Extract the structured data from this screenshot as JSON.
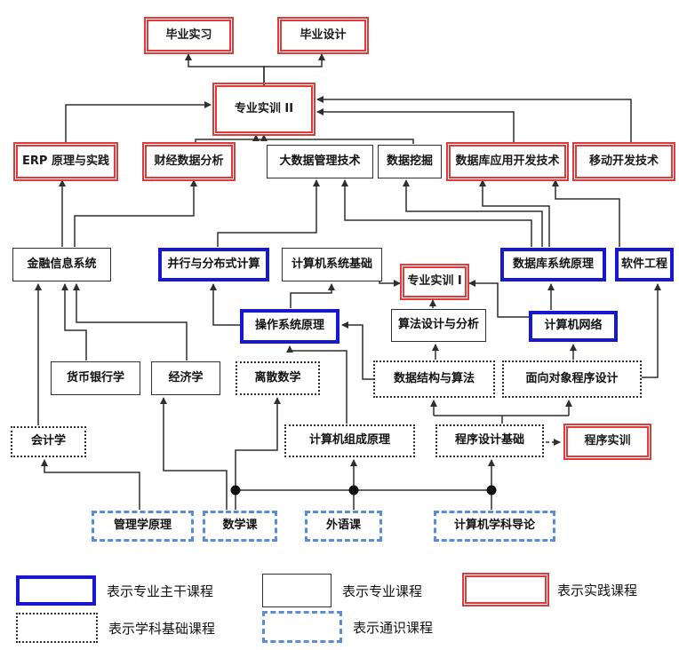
{
  "nodes": {
    "graduation_internship": "毕业实习",
    "graduation_design": "毕业设计",
    "pro_training_2": "专业实训 II",
    "erp": "ERP 原理与实践",
    "finance_data_analysis": "财经数据分析",
    "big_data_mgmt": "大数据管理技术",
    "data_mining": "数据挖掘",
    "db_app_dev": "数据库应用开发技术",
    "mobile_dev": "移动开发技术",
    "finance_info_sys": "金融信息系统",
    "parallel_dist": "并行与分布式计算",
    "computer_sys_basics": "计算机系统基础",
    "pro_training_1": "专业实训 I",
    "db_sys_principles": "数据库系统原理",
    "software_eng": "软件工程",
    "os_principles": "操作系统原理",
    "algo_design": "算法设计与分析",
    "computer_network": "计算机网络",
    "money_banking": "货币银行学",
    "economics": "经济学",
    "discrete_math": "离散数学",
    "data_structures": "数据结构与算法",
    "oop": "面向对象程序设计",
    "accounting": "会计学",
    "computer_org": "计算机组成原理",
    "programming_basics": "程序设计基础",
    "program_training": "程序实训",
    "management_principles": "管理学原理",
    "math_course": "数学课",
    "foreign_language": "外语课",
    "cs_intro": "计算机学科导论"
  },
  "legend": {
    "core": "表示专业主干课程",
    "professional": "表示专业课程",
    "practice": "表示实践课程",
    "foundation": "表示学科基础课程",
    "general": "表示通识课程"
  },
  "colors": {
    "core_border": "#1717cf",
    "practice_border": "#e03a3a",
    "general_border": "#5b8dd6",
    "professional_border": "#2f2f2f",
    "connector": "#2f2f2f"
  }
}
